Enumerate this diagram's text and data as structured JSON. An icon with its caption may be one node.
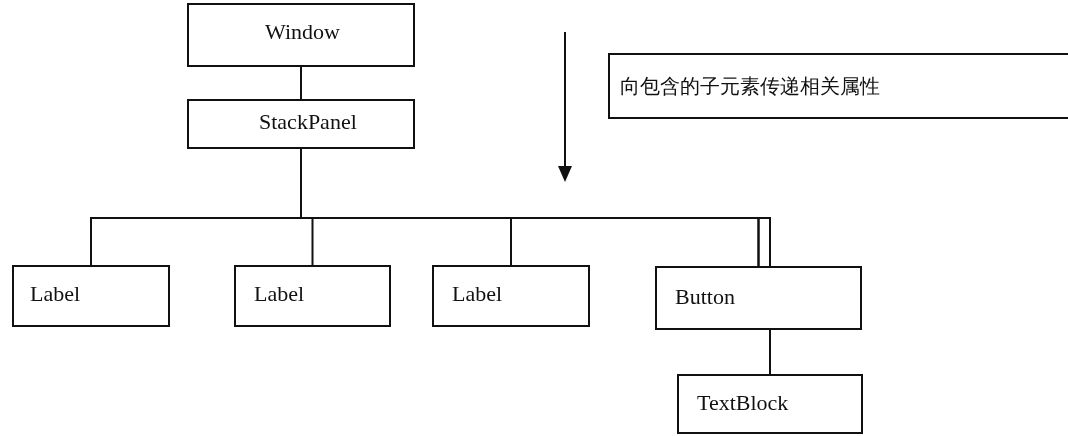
{
  "diagram": {
    "nodes": [
      {
        "text": [
          "Window"
        ]
      },
      {
        "text": [
          "StackPanel"
        ]
      },
      {
        "text": [
          "Label"
        ]
      },
      {
        "text": [
          "Label"
        ]
      },
      {
        "text": [
          "Label"
        ]
      },
      {
        "text": [
          "Button"
        ]
      },
      {
        "text": [
          "TextBlock"
        ]
      },
      {
        "text": [
          "向包含的子元素传递相关属性"
        ]
      }
    ],
    "edges": [
      {
        "from": 0,
        "to": 1,
        "arrow": "none"
      },
      {
        "from": 1,
        "to": 2,
        "arrow": "none"
      },
      {
        "from": 1,
        "to": 3,
        "arrow": "none"
      },
      {
        "from": 1,
        "to": 4,
        "arrow": "none"
      },
      {
        "from": 1,
        "to": 5,
        "arrow": "none"
      },
      {
        "from": 5,
        "to": 6,
        "arrow": "none"
      }
    ]
  }
}
